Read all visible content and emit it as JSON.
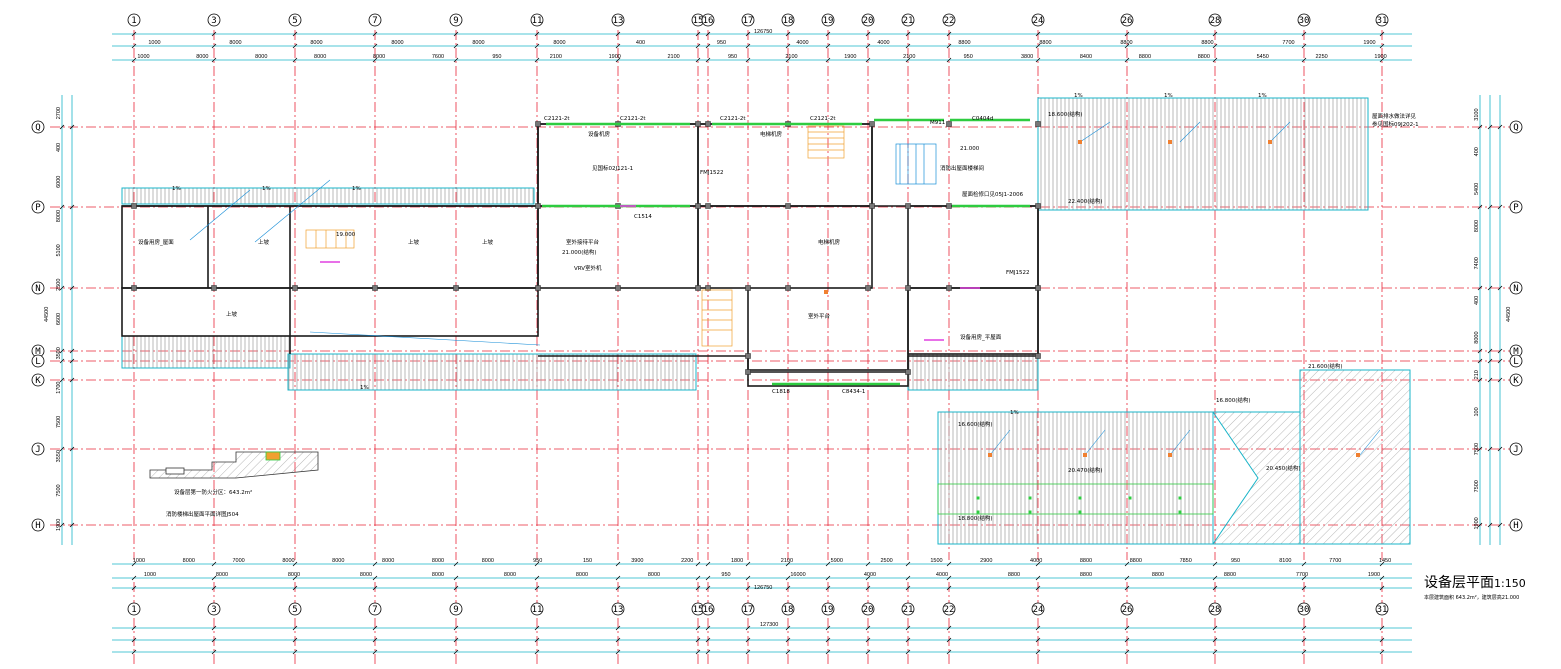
{
  "drawing": {
    "title": "设备层平面",
    "scale": "1:150",
    "note": "本层建筑面积 643.2m²，建筑层高21.000"
  },
  "axes": {
    "columns": [
      "1",
      "3",
      "5",
      "7",
      "9",
      "11",
      "13",
      "15",
      "16",
      "17",
      "18",
      "19",
      "20",
      "21",
      "22",
      "24",
      "26",
      "28",
      "30",
      "31"
    ],
    "rows": [
      "Q",
      "P",
      "N",
      "M",
      "L",
      "K",
      "J",
      "H"
    ]
  },
  "dimensions": {
    "top_total": "126750",
    "bottom_total": "126750",
    "bottom_total_2": "127300",
    "top_row1": [
      "1000",
      "8000",
      "8000",
      "8000",
      "8000",
      "8000",
      "400",
      "950",
      "4000",
      "4000",
      "8800",
      "8800",
      "8800",
      "8800",
      "7700",
      "1900"
    ],
    "top_row2": [
      "1000",
      "8000",
      "8000",
      "8000",
      "8000",
      "7600",
      "950",
      "2100",
      "1900",
      "2100",
      "950",
      "2100",
      "1900",
      "2100",
      "950",
      "3800",
      "8400",
      "8800",
      "8800",
      "5450",
      "2250",
      "1900"
    ],
    "bottom_row1": [
      "1000",
      "8000",
      "7000",
      "8000",
      "8000",
      "8000",
      "8000",
      "8000",
      "950",
      "150",
      "3900",
      "2200",
      "1800",
      "2100",
      "5900",
      "2500",
      "1500",
      "2900",
      "4000",
      "8800",
      "8800",
      "7850",
      "950",
      "8100",
      "7700",
      "1450"
    ],
    "bottom_row2": [
      "1000",
      "8000",
      "8000",
      "8000",
      "8000",
      "8000",
      "8000",
      "8000",
      "950",
      "16000",
      "4000",
      "4000",
      "8800",
      "8800",
      "8800",
      "8800",
      "7700",
      "1900"
    ],
    "left_side": [
      "2700",
      "400",
      "6000",
      "8000",
      "5100",
      "2500",
      "6600",
      "3500",
      "1700",
      "7500",
      "3550",
      "7500",
      "1900"
    ],
    "left_total": "44500",
    "right_side": [
      "3100",
      "400",
      "5400",
      "8000",
      "7400",
      "400",
      "8000",
      "210",
      "100",
      "7500",
      "7500",
      "1900"
    ],
    "right_total": "44500"
  },
  "labels": {
    "equip_room_1": "设备机房",
    "equip_room_2": "电梯机房",
    "equip_room_3": "电梯机房",
    "stair_outlet": "消防出屋面楼梯间",
    "platform_1": "室外接待平台",
    "platform_2": "21.000(结构)",
    "platform_3": "室外平台",
    "vrv": "VRV室外机",
    "roof_label": "设备用房_屋面",
    "patio": "设备用房_平屋面",
    "level_21": "21.000",
    "level_18600": "18.600(结构)",
    "level_22400": "22.400(结构)",
    "level_19000": "19.000",
    "level_21600": "21.600(结构)",
    "level_20470": "20.470(结构)",
    "level_20450": "20.450(结构)",
    "level_16800": "16.800(结构)",
    "level_16600": "16.600(结构)",
    "level_18800": "18.800(结构)",
    "keyplan_caption": "设备层第一防火分区：643.2m²",
    "keyplan_caption_2": "消防楼梯出屋面平面详图J504",
    "fire_door_1": "FMJ1522",
    "fire_door_2": "FMJ1522",
    "window_1": "C2121-2t",
    "window_2": "C2121-2t",
    "window_3": "C2121-2t",
    "window_4": "C2121-2t",
    "window_5": "C1514",
    "window_6": "C0404d",
    "window_7": "C1818",
    "window_8": "C8434-1",
    "door_m911": "M911",
    "up_1": "上坡",
    "up_2": "上坡",
    "up_3": "上坡",
    "up_4": "上坡",
    "slope_1": "1%",
    "slope_2": "1%",
    "slope_3": "1%",
    "slope_4": "1%",
    "slope_5": "1%",
    "slope_6": "1%",
    "slope_7": "1%",
    "slope_8": "1%",
    "ref_1": "屋面检修口见05J1-2006",
    "ref_2": "屋面排水做法详见",
    "ref_3": "参见国标09J202-1",
    "ref_4": "见国标02J121-1"
  },
  "colors": {
    "axis_line": "#e8283a",
    "dim_line": "#19b4c8",
    "wall": "#1a1a1a",
    "hatch": "#9a9a9a",
    "window": "#2ecc40",
    "door": "#e040e0",
    "stair": "#f0a030",
    "leader": "#1a8fd8"
  }
}
